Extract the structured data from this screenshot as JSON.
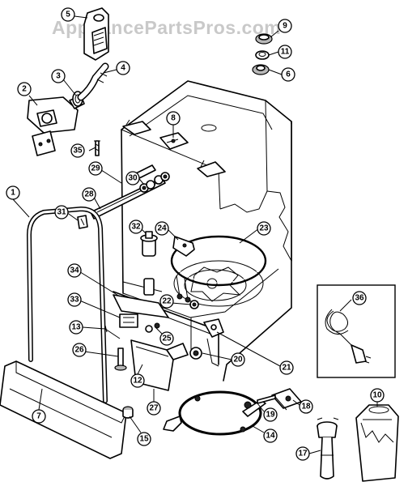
{
  "watermark": "AppliancePartsPros.com",
  "callouts": [
    "1",
    "2",
    "3",
    "4",
    "5",
    "6",
    "7",
    "8",
    "9",
    "10",
    "11",
    "12",
    "13",
    "14",
    "15",
    "17",
    "18",
    "19",
    "20",
    "21",
    "22",
    "23",
    "24",
    "25",
    "26",
    "27",
    "28",
    "29",
    "30",
    "31",
    "32",
    "33",
    "34",
    "35",
    "36"
  ]
}
